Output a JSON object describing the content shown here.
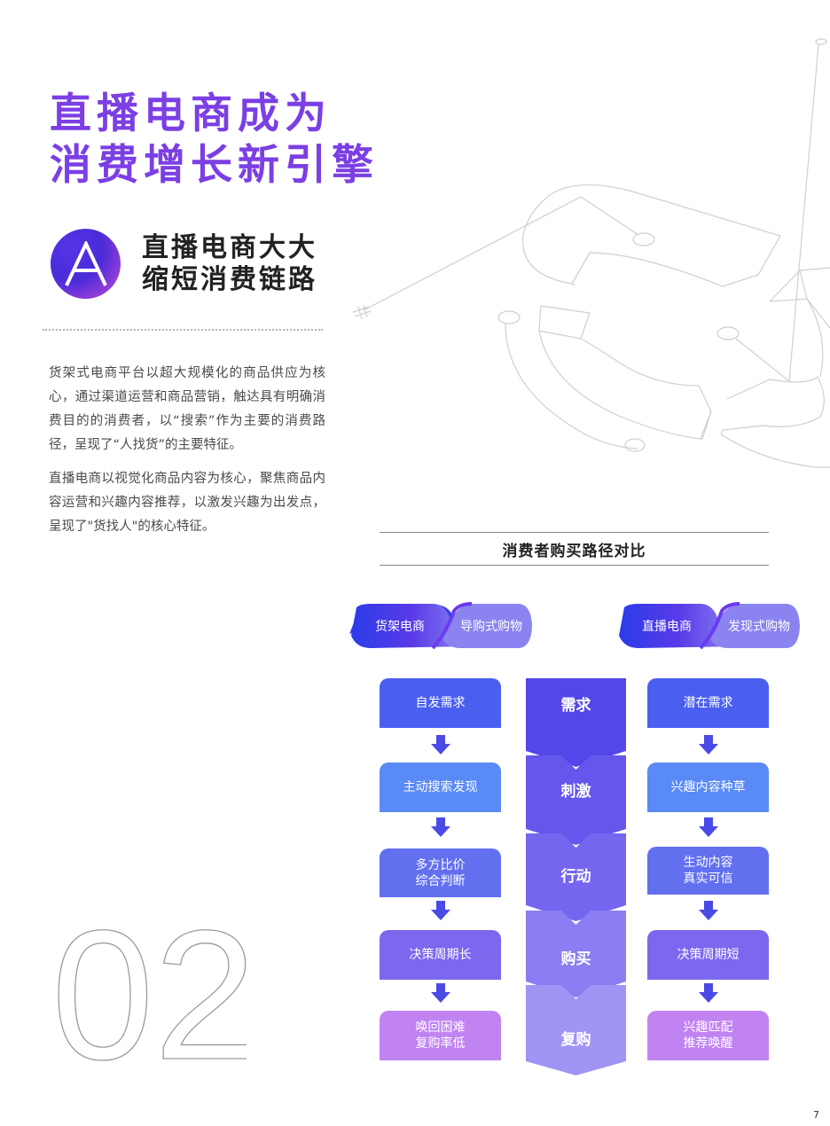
{
  "title": {
    "line1": "直播电商成为",
    "line2": "消费增长新引擎"
  },
  "badge": {
    "letter": "A"
  },
  "subtitle": {
    "line1": "直播电商大大",
    "line2": "缩短消费链路"
  },
  "paragraphs": {
    "p1": "货架式电商平台以超大规模化的商品供应为核心，通过渠道运营和商品营销，触达具有明确消费目的的消费者，以“搜索”作为主要的消费路径，呈现了“人找货”的主要特征。",
    "p2": "直播电商以视觉化商品内容为核心，聚焦商品内容运营和兴趣内容推荐，以激发兴趣为出发点，呈现了\"货找人\"的核心特征。"
  },
  "section_number": "02",
  "diagram": {
    "title": "消费者购买路径对比",
    "left_header": {
      "a": "货架电商",
      "b": "导购式购物"
    },
    "right_header": {
      "a": "直播电商",
      "b": "发现式购物"
    },
    "stages": [
      "需求",
      "刺激",
      "行动",
      "购买",
      "复购"
    ],
    "left_steps": [
      {
        "l1": "自发需求",
        "l2": ""
      },
      {
        "l1": "主动搜索发现",
        "l2": ""
      },
      {
        "l1": "多方比价",
        "l2": "综合判断"
      },
      {
        "l1": "决策周期长",
        "l2": ""
      },
      {
        "l1": "唤回困难",
        "l2": "复购率低"
      }
    ],
    "right_steps": [
      {
        "l1": "潜在需求",
        "l2": ""
      },
      {
        "l1": "兴趣内容种草",
        "l2": ""
      },
      {
        "l1": "生动内容",
        "l2": "真实可信"
      },
      {
        "l1": "决策周期短",
        "l2": ""
      },
      {
        "l1": "兴趣匹配",
        "l2": "推荐唤醒"
      }
    ]
  },
  "page_number": "7",
  "colors": {
    "title_purple": "#7b3fe4",
    "blue": "#4a5ff0",
    "violet": "#7b68ef",
    "lilac": "#c183f2"
  }
}
